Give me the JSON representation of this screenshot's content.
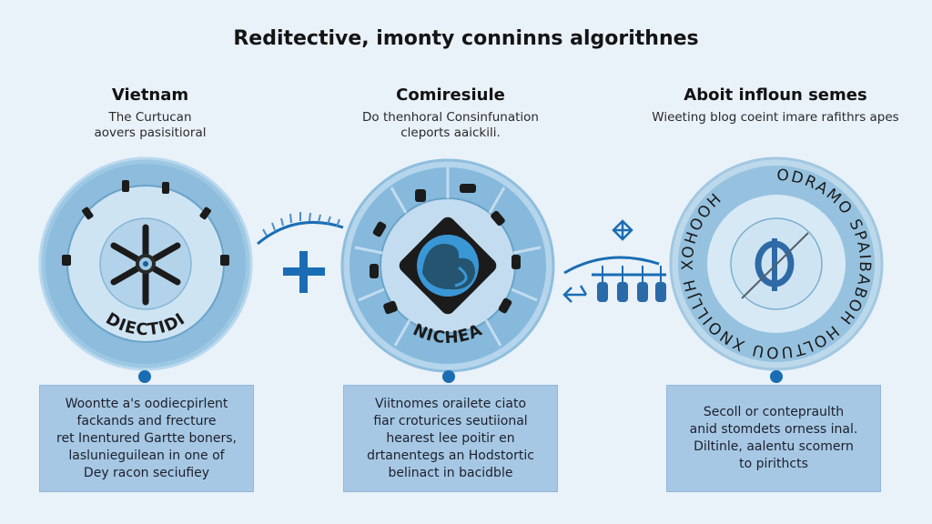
{
  "title": "Reditective, imonty conninns algorithnes",
  "columns": [
    {
      "heading": "Vietnam",
      "subtitle_lines": [
        "The Curtucan",
        "aovers pasisitioral"
      ],
      "badge_label": "DIECTIDI",
      "badge_icon": "six-spoke-wheel-icon",
      "description_lines": [
        "Woontte a's oodiecpirlent",
        "fackands and frecture",
        "ret Inentured Gartte boners,",
        "laslunieguilean in one of",
        "Dey racon seciufiey"
      ]
    },
    {
      "heading": "Comiresiule",
      "subtitle_lines": [
        "Do thenhoral Consinfunation",
        "cleports aaickili."
      ],
      "badge_label": "NICHEA",
      "badge_icon": "walrus-emblem-icon",
      "description_lines": [
        "Viitnomes orailete ciato",
        "fiar croturices seutiional",
        "hearest lee poitir en",
        "drtanentegs an Hodstortic",
        "belinact in bacidble"
      ]
    },
    {
      "heading": "Aboit infloun semes",
      "subtitle_lines": [
        "Wieeting blog coeint imare rafithrs apes"
      ],
      "badge_ring_text": "ODRAMO SPAIBABOH HOLTUOU XNOILLJH XOHOOH",
      "badge_icon": "phi-symbol-icon",
      "description_lines": [
        "Secoll or contepraulth",
        "anid stomdets orness inal.",
        "Diltinle, aalentu scomern",
        "to pirithcts"
      ]
    }
  ],
  "connectors": [
    {
      "icon": "plus-icon"
    },
    {
      "icon": "balance-scale-icon"
    }
  ],
  "colors": {
    "background": "#e9f1f9",
    "accent": "#1a6db4",
    "disk_outer": "#8fbedd",
    "box_fill": "#a6c8e4"
  }
}
